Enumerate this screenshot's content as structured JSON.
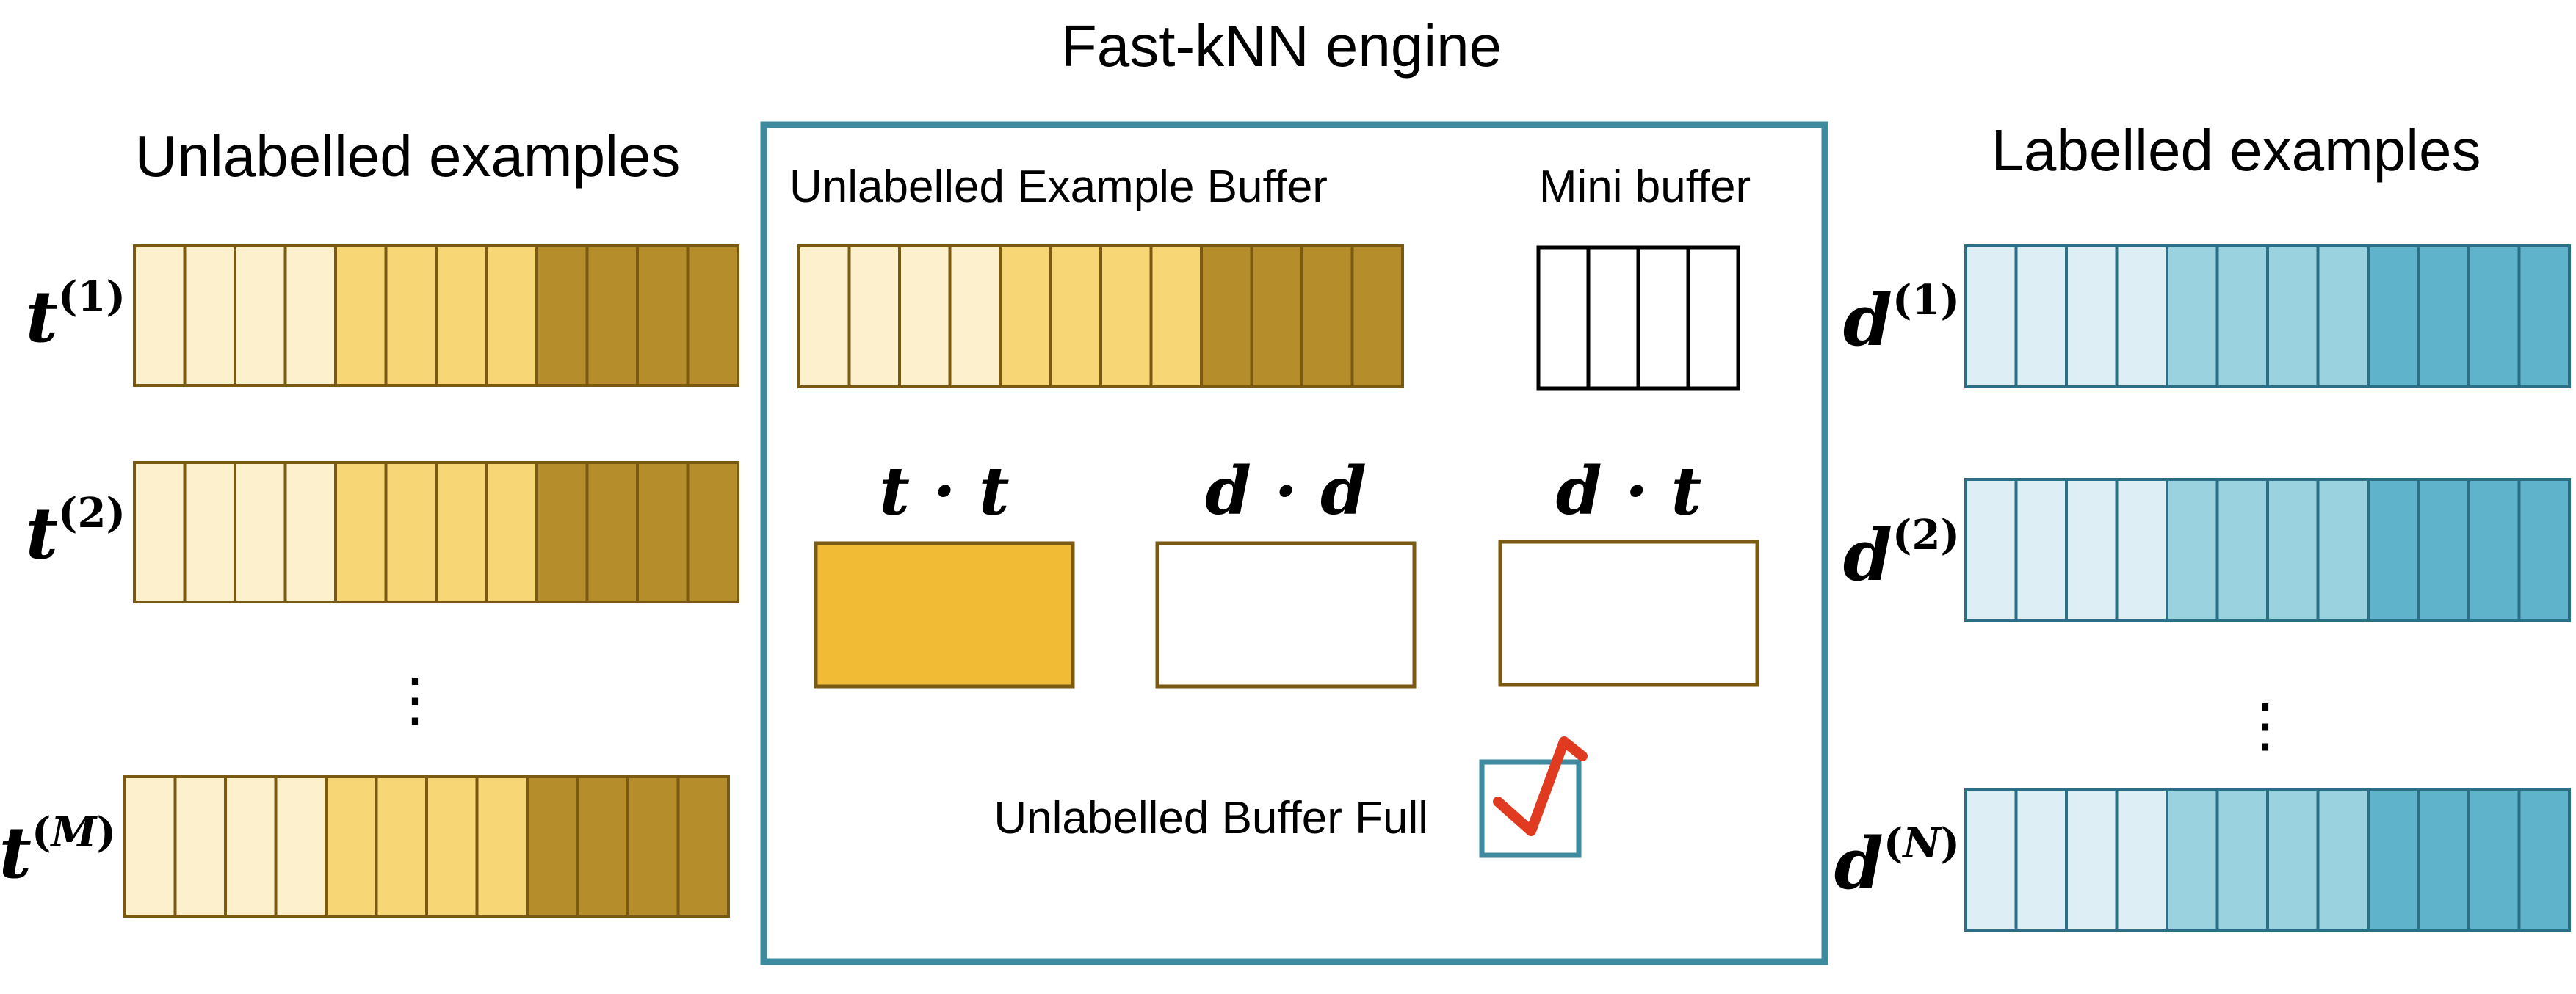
{
  "title": "Fast-kNN engine",
  "left": {
    "heading": "Unlabelled examples",
    "rows": [
      {
        "var": "t",
        "index": "1"
      },
      {
        "var": "t",
        "index": "2"
      },
      {
        "var": "t",
        "index": "M"
      }
    ],
    "ellipsis": "⋮"
  },
  "right": {
    "heading": "Labelled examples",
    "rows": [
      {
        "var": "d",
        "index": "1"
      },
      {
        "var": "d",
        "index": "2"
      },
      {
        "var": "d",
        "index": "N"
      }
    ],
    "ellipsis": "⋮"
  },
  "engine": {
    "buffer_label": "Unlabelled Example Buffer",
    "mini_buffer_label": "Mini buffer",
    "products": [
      {
        "label": "t · t",
        "filled": true
      },
      {
        "label": "d · d",
        "filled": false
      },
      {
        "label": "d · t",
        "filled": false
      }
    ],
    "full_label": "Unlabelled Buffer Full",
    "full_checked": true
  },
  "colors": {
    "engine_border": "#3e8a9e",
    "gold_light": "#fdf1cd",
    "gold_mid": "#f7d676",
    "gold_dark": "#b58e2b",
    "gold_outline": "#7a5a12",
    "gold_fill": "#f2bb35",
    "blue_light": "#ddeff5",
    "blue_mid": "#9bd2df",
    "blue_dark": "#5fb4cc",
    "blue_outline": "#2a6f86",
    "check": "#e03a20"
  }
}
